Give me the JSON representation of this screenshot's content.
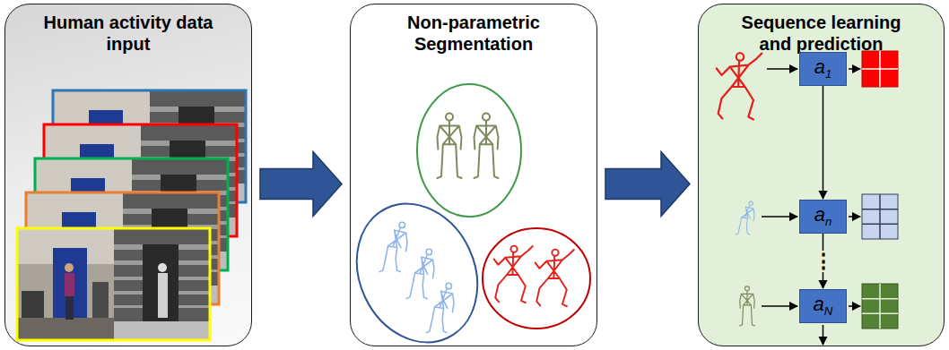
{
  "diagram": {
    "nodes": [
      {
        "text": [
          "Human activity data input"
        ]
      },
      {
        "text": [
          "Non-parametric Segmentation"
        ]
      },
      {
        "text": [
          "Sequence learning and prediction"
        ]
      },
      {
        "text": [
          "a1"
        ],
        "in": 2
      },
      {
        "text": [
          "an"
        ],
        "in": 2
      },
      {
        "text": [
          "aN"
        ],
        "in": 2
      }
    ],
    "edges": [
      {
        "from": 0,
        "to": 1,
        "arrow": "to"
      },
      {
        "from": 1,
        "to": 2,
        "arrow": "to"
      },
      {
        "from": 3,
        "to": 4,
        "arrow": "to"
      },
      {
        "from": 4,
        "to": 5,
        "arrow": "to",
        "label": "⋮"
      }
    ]
  }
}
